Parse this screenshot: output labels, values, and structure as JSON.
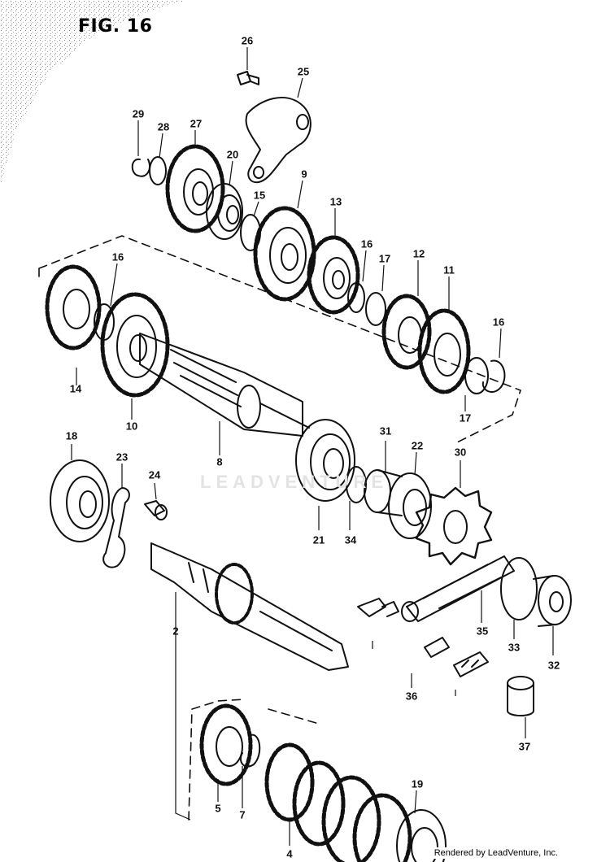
{
  "figure": {
    "title": "FIG. 16"
  },
  "watermark": "LEADVENTURE",
  "footer": "Rendered by LeadVenture, Inc.",
  "callouts": [
    {
      "id": "26",
      "label": "26"
    },
    {
      "id": "25",
      "label": "25"
    },
    {
      "id": "29",
      "label": "29"
    },
    {
      "id": "28",
      "label": "28"
    },
    {
      "id": "27",
      "label": "27"
    },
    {
      "id": "20",
      "label": "20"
    },
    {
      "id": "15",
      "label": "15"
    },
    {
      "id": "9",
      "label": "9"
    },
    {
      "id": "13",
      "label": "13"
    },
    {
      "id": "16a",
      "label": "16"
    },
    {
      "id": "17a",
      "label": "17"
    },
    {
      "id": "12",
      "label": "12"
    },
    {
      "id": "11",
      "label": "11"
    },
    {
      "id": "16b",
      "label": "16"
    },
    {
      "id": "16c",
      "label": "16"
    },
    {
      "id": "14",
      "label": "14"
    },
    {
      "id": "10",
      "label": "10"
    },
    {
      "id": "17b",
      "label": "17"
    },
    {
      "id": "8",
      "label": "8"
    },
    {
      "id": "18",
      "label": "18"
    },
    {
      "id": "23",
      "label": "23"
    },
    {
      "id": "24",
      "label": "24"
    },
    {
      "id": "31",
      "label": "31"
    },
    {
      "id": "22",
      "label": "22"
    },
    {
      "id": "30",
      "label": "30"
    },
    {
      "id": "21",
      "label": "21"
    },
    {
      "id": "34",
      "label": "34"
    },
    {
      "id": "2",
      "label": "2"
    },
    {
      "id": "35",
      "label": "35"
    },
    {
      "id": "33",
      "label": "33"
    },
    {
      "id": "32",
      "label": "32"
    },
    {
      "id": "36",
      "label": "36"
    },
    {
      "id": "37",
      "label": "37"
    },
    {
      "id": "19",
      "label": "19"
    },
    {
      "id": "5",
      "label": "5"
    },
    {
      "id": "7",
      "label": "7"
    },
    {
      "id": "4",
      "label": "4"
    }
  ]
}
